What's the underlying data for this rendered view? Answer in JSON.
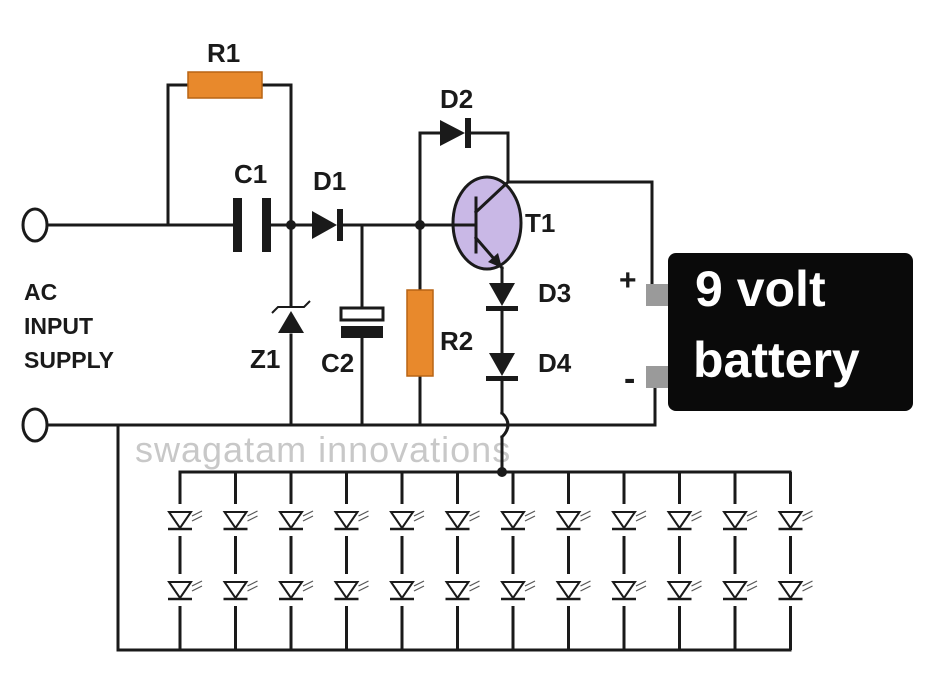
{
  "labels": {
    "r1": "R1",
    "c1": "C1",
    "d1": "D1",
    "d2": "D2",
    "t1": "T1",
    "d3": "D3",
    "d4": "D4",
    "r2": "R2",
    "c2": "C2",
    "z1": "Z1",
    "plus": "+",
    "minus": "-"
  },
  "input": {
    "line1": "AC",
    "line2": "INPUT",
    "line3": "SUPPLY"
  },
  "battery": {
    "line1": "9 volt",
    "line2": "battery"
  },
  "watermark": "swagatam innovations",
  "colors": {
    "resistor": "#e8892c",
    "transistor": "#c9b8e6",
    "battery": "#0a0a0a",
    "terminal": "#9a9a9a",
    "wire": "#1a1a1a"
  },
  "led_array": {
    "columns": 12,
    "rows": 2
  }
}
